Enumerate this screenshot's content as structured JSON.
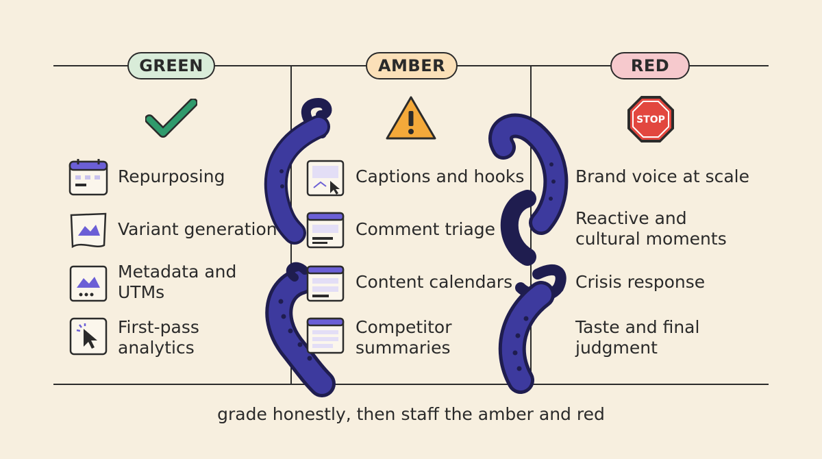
{
  "columns": [
    {
      "header": "GREEN",
      "color": "#d9ecd9",
      "badge": "check-icon",
      "items": [
        {
          "line1": "Repurposing",
          "line2": "",
          "icon": "calendar-icon"
        },
        {
          "line1": "Variant generation",
          "line2": "",
          "icon": "image-variant-icon"
        },
        {
          "line1": "Metadata and",
          "line2": "UTMs",
          "icon": "image-tag-icon"
        },
        {
          "line1": "First-pass",
          "line2": "analytics",
          "icon": "cursor-click-icon"
        }
      ]
    },
    {
      "header": "AMBER",
      "color": "#fbe0b8",
      "badge": "warning-icon",
      "items": [
        {
          "line1": "Captions and hooks",
          "line2": "",
          "icon": "cursor-card-icon"
        },
        {
          "line1": "Comment triage",
          "line2": "",
          "icon": "comment-window-icon"
        },
        {
          "line1": "Content calendars",
          "line2": "",
          "icon": "calendar-window-icon"
        },
        {
          "line1": "Competitor",
          "line2": "summaries",
          "icon": "summary-window-icon"
        }
      ]
    },
    {
      "header": "RED",
      "color": "#f6c9cd",
      "badge": "stop-sign-icon",
      "badge_text": "STOP",
      "items": [
        {
          "line1": "Brand voice at scale",
          "line2": ""
        },
        {
          "line1": "Reactive and",
          "line2": "cultural moments"
        },
        {
          "line1": "Crisis response",
          "line2": ""
        },
        {
          "line1": "Taste and final",
          "line2": "judgment"
        }
      ]
    }
  ],
  "footer": "grade honestly, then staff the amber and red",
  "colors": {
    "ink": "#2b2b2b",
    "tentacle": "#3d3a9e",
    "tentacle_dark": "#1f1d4f",
    "check": "#2f9a6c",
    "warning": "#f4a93a",
    "stop": "#e2473f",
    "icon_accent": "#6b5fd6"
  }
}
